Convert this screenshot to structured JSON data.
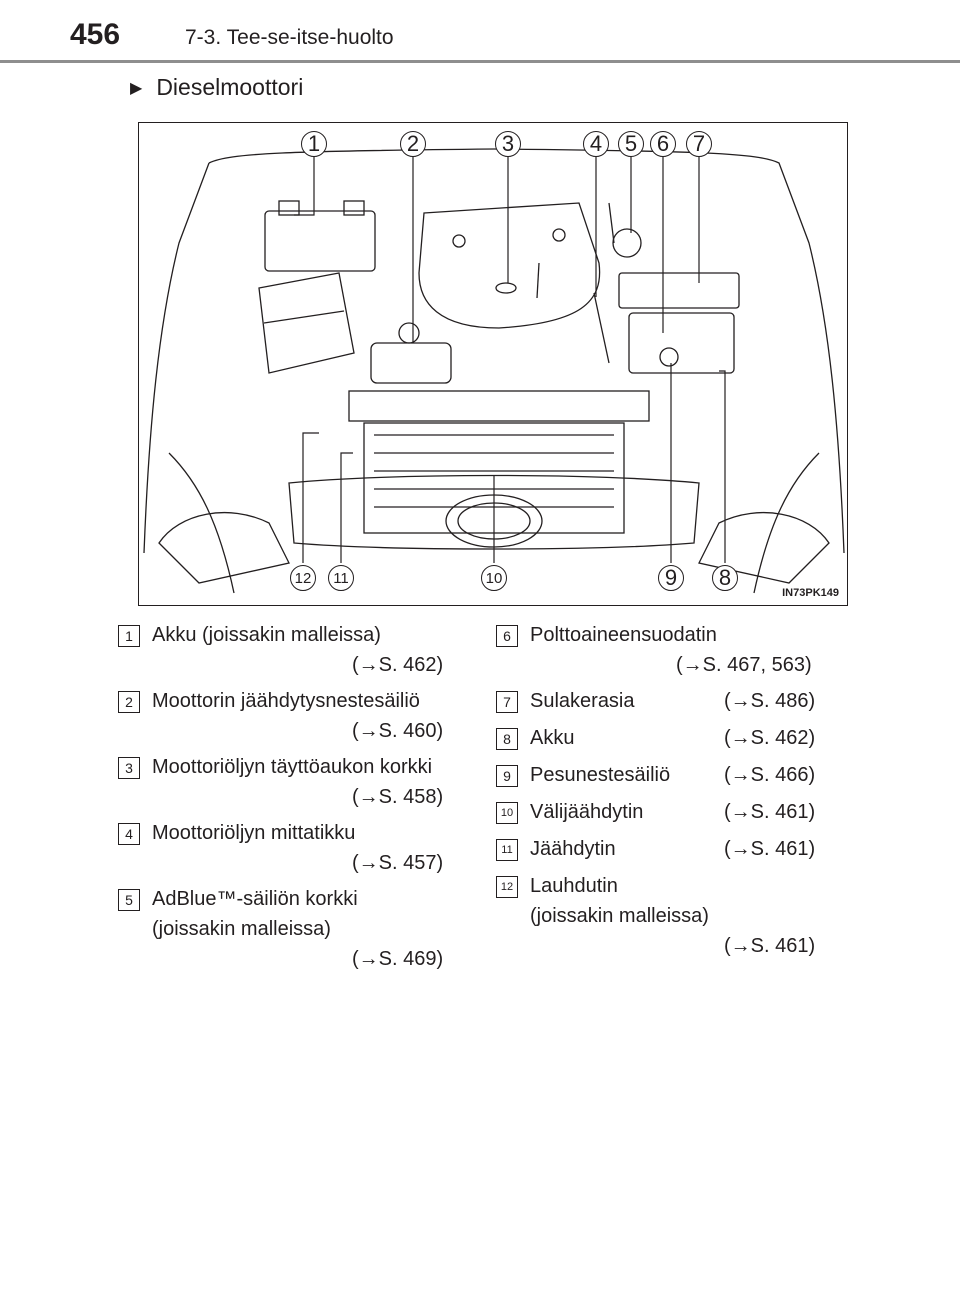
{
  "header": {
    "page_number": "456",
    "section": "7-3. Tee-se-itse-huolto"
  },
  "subheading": "Dieselmoottori",
  "figure": {
    "code": "IN73PK149",
    "callouts": [
      "1",
      "2",
      "3",
      "4",
      "5",
      "6",
      "7",
      "8",
      "9",
      "10",
      "11",
      "12"
    ]
  },
  "legend": [
    {
      "num": "1",
      "label": "Akku (joissakin malleissa)",
      "ref": "S. 462"
    },
    {
      "num": "2",
      "label": "Moottorin jäähdytysnestesäiliö",
      "ref": "S. 460"
    },
    {
      "num": "3",
      "label": "Moottoriöljyn täyttöaukon korkki",
      "ref": "S. 458"
    },
    {
      "num": "4",
      "label": "Moottoriöljyn mittatikku",
      "ref": "S. 457"
    },
    {
      "num": "5",
      "label": "AdBlue™-säiliön korkki",
      "label2": "(joissakin malleissa)",
      "ref": "S. 469"
    },
    {
      "num": "6",
      "label": "Polttoaineensuodatin",
      "ref": "S. 467, 563"
    },
    {
      "num": "7",
      "label": "Sulakerasia",
      "ref": "S. 486"
    },
    {
      "num": "8",
      "label": "Akku",
      "ref": "S. 462"
    },
    {
      "num": "9",
      "label": "Pesunestesäiliö",
      "ref": "S. 466"
    },
    {
      "num": "10",
      "label": "Välijäähdytin",
      "ref": "S. 461"
    },
    {
      "num": "11",
      "label": "Jäähdytin",
      "ref": "S. 461"
    },
    {
      "num": "12",
      "label": "Lauhdutin",
      "label2": "(joissakin malleissa)",
      "ref": "S. 461"
    }
  ],
  "arrow_glyph": "→"
}
